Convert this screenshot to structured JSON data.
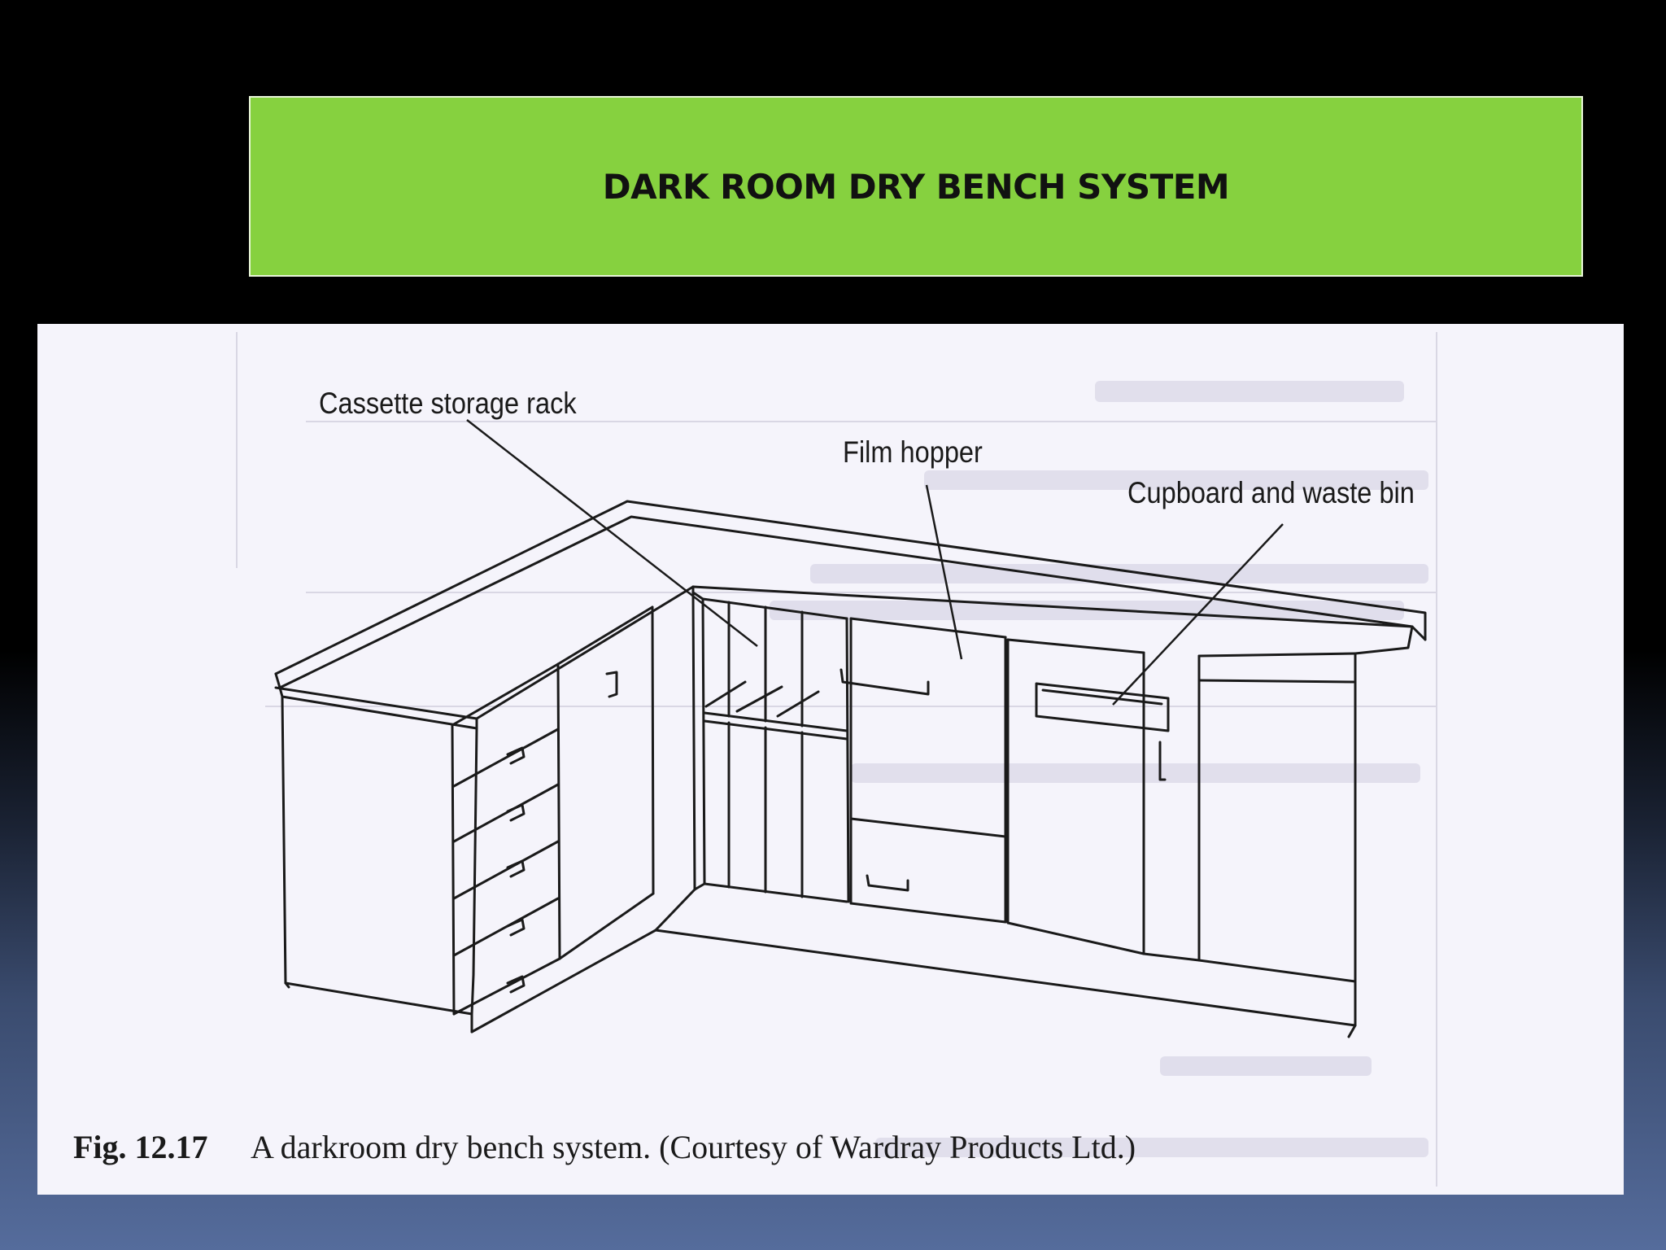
{
  "slide": {
    "title": "DARK ROOM DRY BENCH SYSTEM"
  },
  "figure": {
    "labels": {
      "cassette_rack": "Cassette storage rack",
      "film_hopper": "Film hopper",
      "cupboard": "Cupboard and waste bin"
    },
    "caption_label": "Fig. 12.17",
    "caption_text": "A darkroom dry bench system. (Courtesy of Wardray Products Ltd.)"
  },
  "colors": {
    "title_background": "#86d13f",
    "panel_background": "#f5f4fb",
    "ink": "#1a1a1a"
  }
}
